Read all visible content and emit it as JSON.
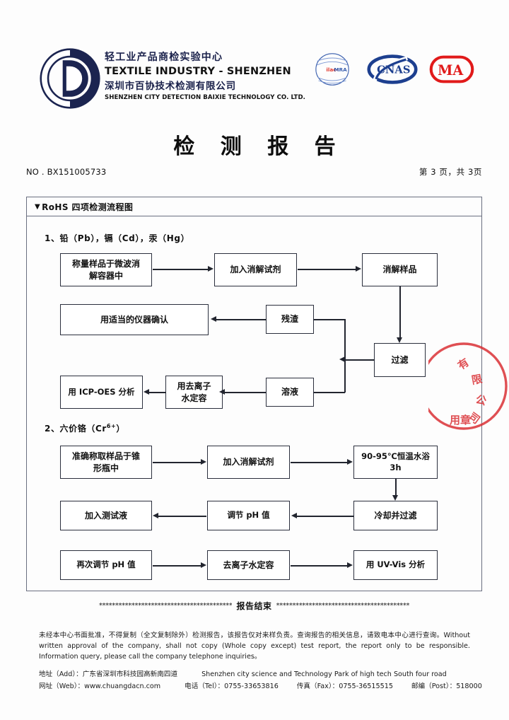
{
  "header": {
    "logo_alt": "CD monogram logo",
    "org_cn_primary": "轻工业产品商检实验中心",
    "org_en_primary": "TEXTILE INDUSTRY - SHENZHEN",
    "org_cn_secondary": "深圳市百协技术检测有限公司",
    "org_en_secondary": "SHENZHEN CITY DETECTION BAIXIE TECHNOLOGY CO. LTD.",
    "certifications": [
      {
        "name": "ilac-MRA",
        "label": "ilac-MRA",
        "color": "#3a5fae"
      },
      {
        "name": "CNAS",
        "label": "CNAS",
        "color": "#1d3f8f"
      },
      {
        "name": "MA",
        "label": "MA",
        "color": "#e11a1a"
      }
    ]
  },
  "title": "检 测 报 告",
  "meta": {
    "report_no": "NO . BX151005733",
    "page_indicator": "第 3 页，共 3页"
  },
  "frame": {
    "heading_triangle": "▼",
    "heading": "RoHS 四项检测流程图"
  },
  "sections": [
    {
      "id": "section-heavy-metals",
      "label_prefix": "1、铅（Pb），镉（Cd），汞（Hg）",
      "boxes": {
        "weigh_sample": "称量样品于微波消\n解容器中",
        "add_digestion_reagent": "加入消解试剂",
        "digest_sample": "消解样品",
        "filter": "过滤",
        "residue": "残渣",
        "solution": "溶液",
        "confirm_instrument": "用适当的仪器确认",
        "deionized_water": "用去离子\n水定容",
        "icp_oes": "用 ICP-OES 分析"
      }
    },
    {
      "id": "section-hexavalent-chromium",
      "label_main": "2、六价铬（Cr",
      "label_sup": "6+",
      "label_tail": "）",
      "boxes": {
        "weigh_accurately": "准确称取样品于锥\n形瓶中",
        "add_digestion_reagent": "加入消解试剂",
        "water_bath": "90-95℃恒温水浴\n3h",
        "cool_and_filter": "冷却并过滤",
        "adjust_ph": "调节 pH 值",
        "add_test_solution": "加入测试液",
        "readjust_ph": "再次调节 pH 值",
        "deionized_water": "去离子水定容",
        "uv_vis": "用 UV-Vis 分析"
      }
    }
  ],
  "seal": {
    "name": "company-red-seal",
    "color": "#d9292e"
  },
  "footer": {
    "stars_left": "*****************************************",
    "end_label": "报告结束",
    "stars_right": "*****************************************",
    "disclaimer": "未经本中心书面批准，不得复制（全文复制除外）检测报告，该报告仅对来样负责。查询报告的相关信息，请致电本中心进行查询。Without written approval of the company, shall not copy (Whole copy except) test report, the report only to be responsible. Information query, please call the company telephone inquiries。",
    "address_label": "地址（Add）：",
    "address_cn": "广东省深圳市科技园高新南四道",
    "address_en": "Shenzhen city science and Technology Park of high tech South four road",
    "web_label": "网址（Web）：",
    "web_value": "www.chuangdacn.com",
    "tel_label": "电话（Tel）：",
    "tel_value": "0755-33653816",
    "fax_label": "传真（Fax）：",
    "fax_value": "0755-36515515",
    "post_label": "邮编（Post）：",
    "post_value": "518000"
  }
}
